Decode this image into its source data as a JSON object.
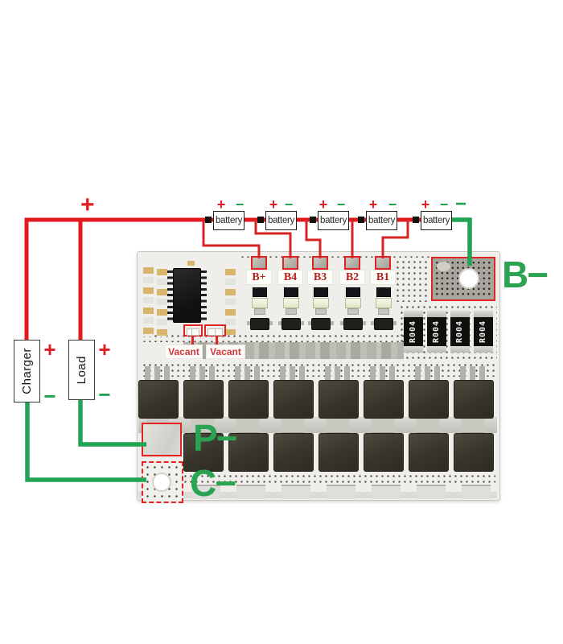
{
  "pack": {
    "positive_label": "+",
    "negative_wire_label": "−",
    "batteries": [
      {
        "label": "battery",
        "plus": "+",
        "minus": "−"
      },
      {
        "label": "battery",
        "plus": "+",
        "minus": "−"
      },
      {
        "label": "battery",
        "plus": "+",
        "minus": "−"
      },
      {
        "label": "battery",
        "plus": "+",
        "minus": "−"
      },
      {
        "label": "battery",
        "plus": "+",
        "minus": "−"
      }
    ]
  },
  "devices": {
    "charger": {
      "label": "Charger",
      "plus": "+",
      "minus": "−"
    },
    "load": {
      "label": "Load",
      "plus": "+",
      "minus": "−"
    }
  },
  "board": {
    "balance_pads": [
      {
        "label": "B+"
      },
      {
        "label": "B4"
      },
      {
        "label": "B3"
      },
      {
        "label": "B2"
      },
      {
        "label": "B1"
      }
    ],
    "vacant": [
      "Vacant",
      "Vacant"
    ],
    "shunt_resistors": [
      "R004",
      "R004",
      "R004",
      "R004"
    ],
    "terminals": {
      "b_minus": "B−",
      "p_minus": "P−",
      "c_minus": "C−"
    }
  },
  "colors": {
    "wire_red": "#e2191f",
    "wire_green": "#21a454",
    "pad_outline_red": "#e02424",
    "balance_label_red": "#b5201f",
    "terminal_label_green": "#2ba353"
  }
}
